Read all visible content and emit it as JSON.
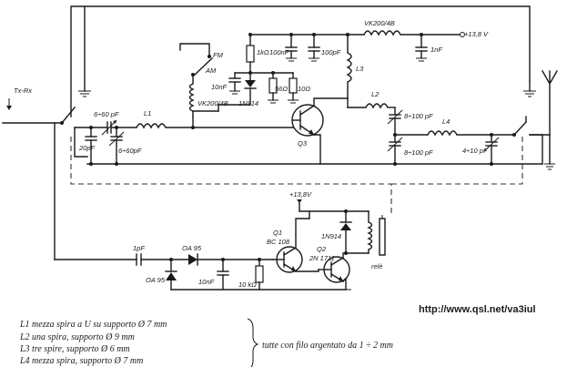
{
  "labels": {
    "txrx": "Tx-Rx",
    "supply": "+13,8 V",
    "supply2": "+13,8V",
    "fm": "FM",
    "am": "AM",
    "r_1k": "1kΩ",
    "c_100nf_a": "100nF",
    "c_100pf_a": "100pF",
    "vk_top": "VK200/4B",
    "c_1nf": "1nF",
    "c_10nf_a": "10nF",
    "r_56": "56Ω",
    "r_10": "10Ω",
    "vk_mid": "VK200/4B",
    "d_1n914_a": "1N914",
    "l3": "L3",
    "l2": "L2",
    "l1": "L1",
    "l4": "L4",
    "c_6_60_a": "6÷60 pF",
    "c_6_60_b": "6÷60pF",
    "c_20pf": "20pF",
    "c_8_100_a": "8÷100 pF",
    "c_8_100_b": "8÷100 pF",
    "c_4_10": "4÷10 pF",
    "q3": "Q3",
    "q1": "Q1",
    "q1_type": "BC 108",
    "q2": "Q2",
    "q2_type": "2N 1711",
    "d_1n914_b": "1N914",
    "rele": "relè",
    "c_1pf": "1pF",
    "d_oa95_a": "OA 95",
    "d_oa95_b": "OA 95",
    "c_10nf_b": "10nF",
    "r_10k": "10 kΩ"
  },
  "url": "http://www.qsl.net/va3iul",
  "legend": [
    "L1 mezza spira a U su supporto Ø 7 mm",
    "L2 una spira, supporto Ø 9 mm",
    "L3 tre spire, supporto Ø 6 mm",
    "L4 mezza spira, supporto Ø 7 mm"
  ],
  "legend_note": "tutte con filo argentato da 1 ÷ 2 mm"
}
